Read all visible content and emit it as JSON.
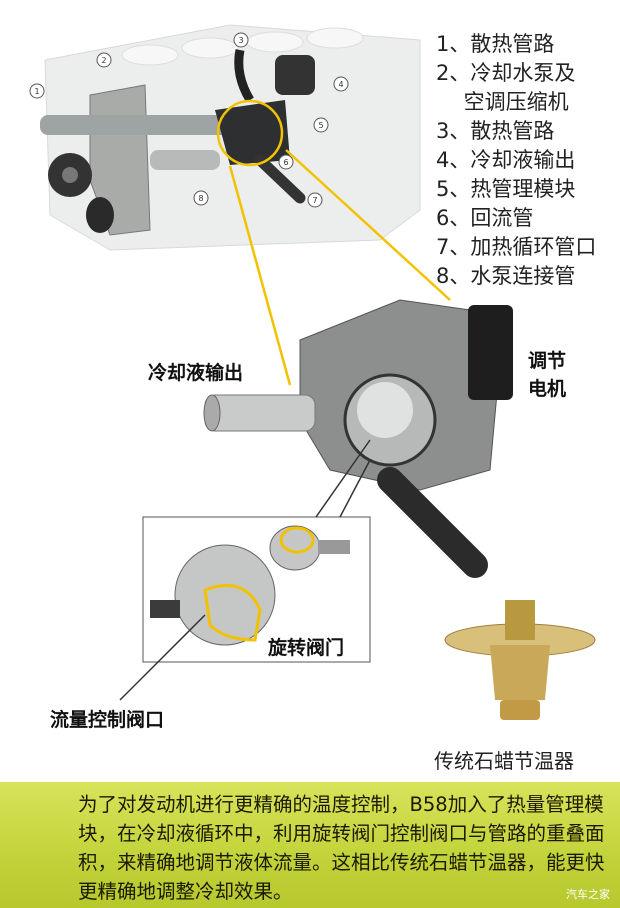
{
  "legend": [
    "1、散热管路",
    "2、冷却水泵及",
    "　 空调压缩机",
    "3、散热管路",
    "4、冷却液输出",
    "5、热管理模块",
    "6、回流管",
    "7、加热循环管口",
    "8、水泵连接管"
  ],
  "callout_numbers": [
    "1",
    "2",
    "3",
    "4",
    "5",
    "6",
    "7",
    "8"
  ],
  "labels": {
    "motor": [
      "调节",
      "电机"
    ],
    "coolant_outlet": "冷却液输出",
    "rotary_valve": "旋转阀门",
    "flow_port": "流量控制阀口",
    "wax_thermostat": "传统石蜡节温器"
  },
  "banner": {
    "text": "为了对发动机进行更精确的温度控制，B58加入了热量管理模块，在冷却液循环中，利用旋转阀门控制阀口与管路的重叠面积，来精确地调节液体流量。这相比传统石蜡节温器，能更快更精确地调整冷却效果。",
    "watermark": "汽车之家"
  },
  "colors": {
    "highlight": "#f2c200",
    "banner": "#c8d840"
  }
}
